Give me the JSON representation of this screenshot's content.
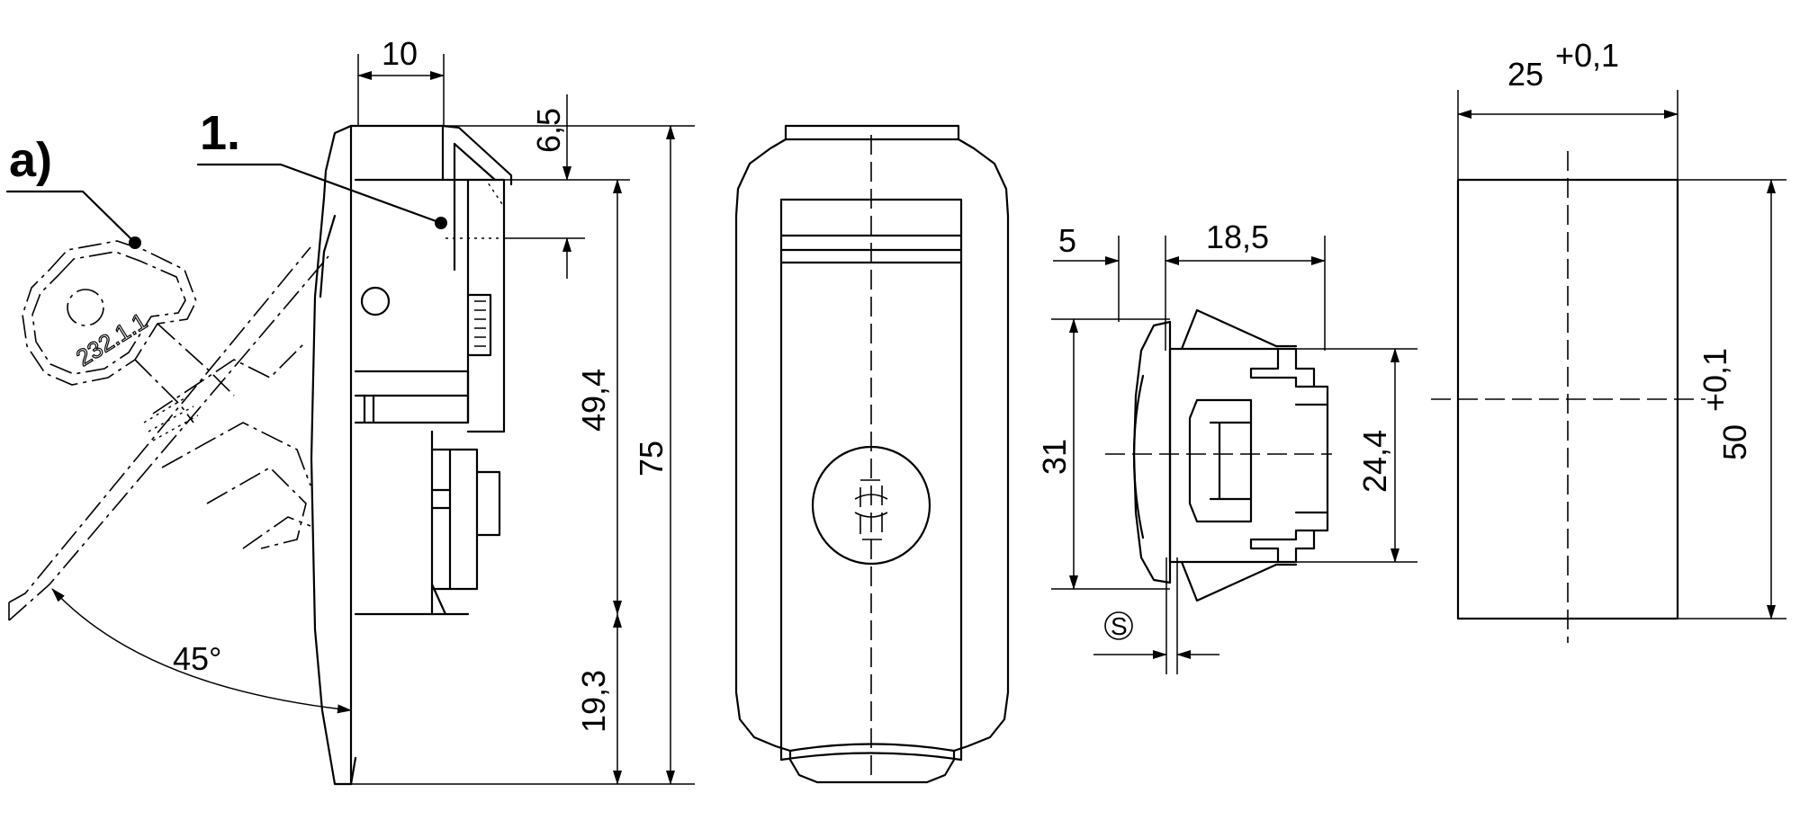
{
  "labels": {
    "callout_a": "a)",
    "callout_1": "1.",
    "key_code": "232.1.1",
    "angle": "45°",
    "s_mark": "S"
  },
  "dimensions": {
    "d10": "10",
    "d6_5": "6,5",
    "d49_4": "49,4",
    "d75": "75",
    "d19_3": "19,3",
    "d5": "5",
    "d18_5": "18,5",
    "d31": "31",
    "d24_4": "24,4",
    "d25": "25",
    "d25_tol": "+0,1",
    "d50": "50",
    "d50_tol": "+0,1"
  }
}
